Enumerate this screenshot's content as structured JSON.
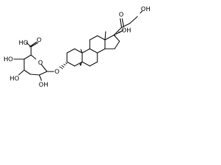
{
  "molecule": {
    "atom_labels": {
      "ketone_o": "O",
      "oh_side": "OH",
      "oh_17": "OH",
      "cooh_o": "O",
      "cooh_oh": "HO",
      "oh_c4": "HO",
      "oh_c3": "HO",
      "oh_c2": "OH",
      "ring_o": "O",
      "glyco_o": "O"
    }
  }
}
